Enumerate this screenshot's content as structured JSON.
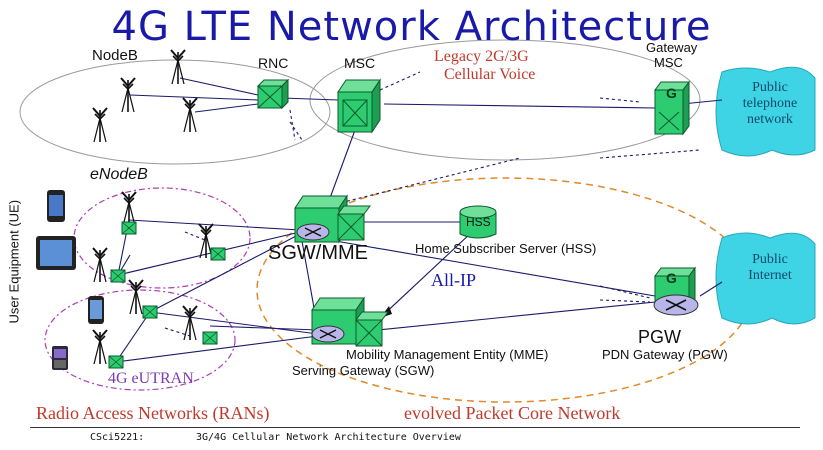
{
  "title": "4G LTE  Network Architecture",
  "labels": {
    "nodeb": "NodeB",
    "rnc": "RNC",
    "msc": "MSC",
    "gateway_msc_line1": "Gateway",
    "gateway_msc_line2": "MSC",
    "legacy_line1": "Legacy 2G/3G",
    "legacy_line2": "Cellular Voice",
    "enodeb": "eNodeB",
    "user_equipment": "User Equipment (UE)",
    "hss_box": "HSS",
    "hss_full": "Home Subscriber Server (HSS)",
    "sgw_mme": "SGW/MME",
    "all_ip": "All-IP",
    "mme_full": "Mobility Management Entity (MME)",
    "sgw_full": "Serving Gateway (SGW)",
    "pgw": "PGW",
    "pgw_full": "PDN Gateway (PGW)",
    "eutran": "4G eUTRAN",
    "g1": "G",
    "g2": "G",
    "pstn_line1": "Public",
    "pstn_line2": "telephone",
    "pstn_line3": "network",
    "internet_line1": "Public",
    "internet_line2": "Internet"
  },
  "sections": {
    "ran": "Radio Access Networks (RANs)",
    "epc": "evolved Packet   Core Network"
  },
  "footer": {
    "course": "CSci5221:",
    "caption": "3G/4G Cellular Network Architecture Overview"
  },
  "colors": {
    "title": "#1a1aa8",
    "switch_green": "#2ecc71",
    "cloud_cyan": "#3fd3e6",
    "red_text": "#c0392b",
    "blue_text": "#1a1aa8",
    "router_lavender": "#b8b6e8"
  }
}
